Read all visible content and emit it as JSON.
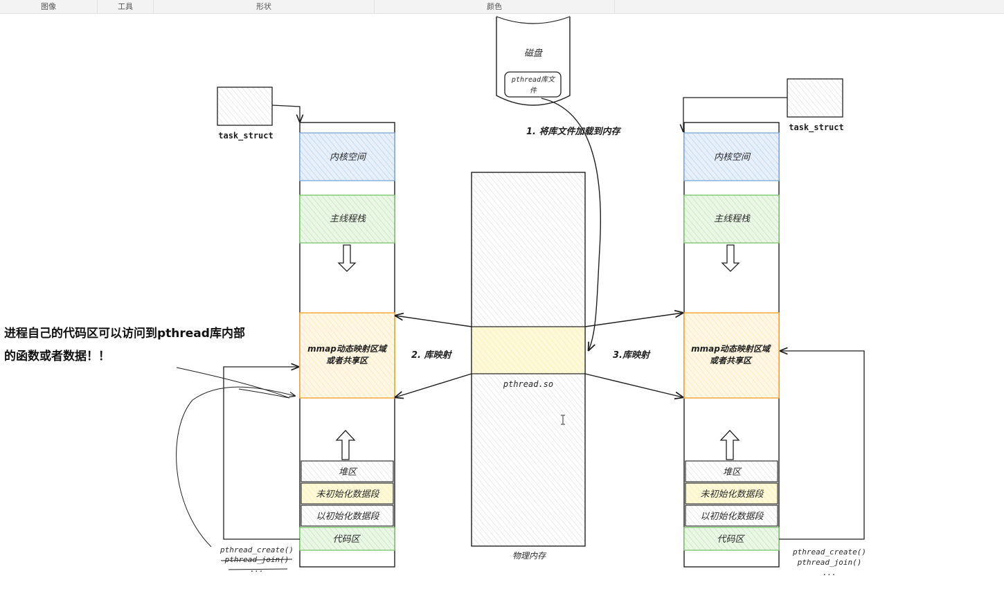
{
  "toolbar": {
    "items": [
      {
        "label": "图像"
      },
      {
        "label": "工具"
      },
      {
        "label": "形状"
      },
      {
        "label": "颜色"
      }
    ]
  },
  "disk": {
    "label": "磁盘",
    "lib_file_line1": "pthread库文",
    "lib_file_line2": "件"
  },
  "steps": {
    "load": "1. 将库文件加载到内存",
    "map_left": "2. 库映射",
    "map_right": "3.库映射"
  },
  "physical_memory": {
    "label": "物理内存",
    "lib_label": "pthread.so"
  },
  "left_process": {
    "task_struct": "task_struct",
    "segments": {
      "kernel": "内核空间",
      "main_stack": "主线程栈",
      "mmap_line1": "mmap动态映射区域",
      "mmap_line2": "或者共享区",
      "heap": "堆区",
      "bss": "未初始化数据段",
      "data": "以初始化数据段",
      "code": "代码区"
    },
    "calls": [
      "pthread_create()",
      "pthread_join()",
      "..."
    ]
  },
  "right_process": {
    "task_struct": "task_struct",
    "segments": {
      "kernel": "内核空间",
      "main_stack": "主线程栈",
      "mmap_line1": "mmap动态映射区域",
      "mmap_line2": "或者共享区",
      "heap": "堆区",
      "bss": "未初始化数据段",
      "data": "以初始化数据段",
      "code": "代码区"
    },
    "calls": [
      "pthread_create()",
      "pthread_join()",
      "..."
    ]
  },
  "note": {
    "line1": "进程自己的代码区可以访问到pthread库内部",
    "line2": "的函数或者数据！！"
  },
  "colors": {
    "kernel": "#a5c8ec",
    "stack": "#b2dfa6",
    "mmap_fill": "#fde7b8",
    "mmap_border": "#f2a93b",
    "bss": "#fdf3a8",
    "code_border": "#78c26a",
    "stroke": "#1e1e1e"
  }
}
